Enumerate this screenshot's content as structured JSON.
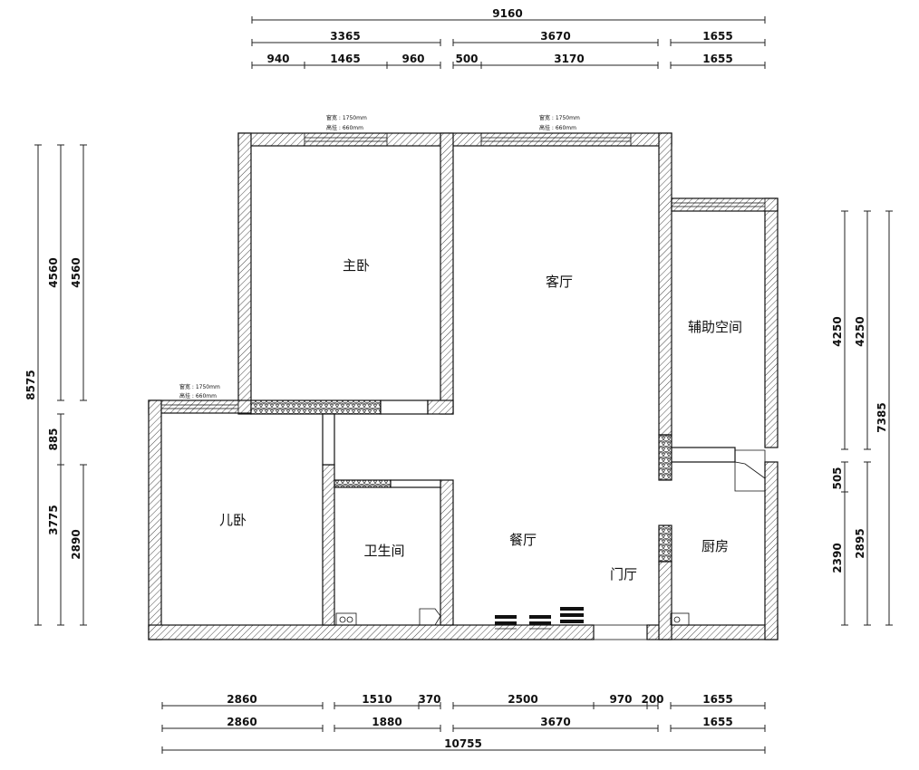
{
  "top_dims": {
    "overall": "9160",
    "row2": [
      "3365",
      "3670",
      "1655"
    ],
    "row3": [
      "940",
      "1465",
      "960",
      "500",
      "3170",
      "1655"
    ]
  },
  "bottom_dims": {
    "row1": [
      "2860",
      "1510",
      "370",
      "2500",
      "970",
      "200",
      "1655"
    ],
    "row2": [
      "2860",
      "1880",
      "3670",
      "1655"
    ],
    "overall": "10755"
  },
  "left_dims": {
    "overall": "8575",
    "col2": [
      "4560",
      "885",
      "3775"
    ],
    "col3": [
      "4560",
      "2890"
    ]
  },
  "right_dims": {
    "col1": [
      "4250",
      "505",
      "2390"
    ],
    "col2": [
      "4250",
      "2895"
    ],
    "overall": "7385"
  },
  "rooms": {
    "master_bedroom": "主卧",
    "living_room": "客厅",
    "auxiliary_space": "辅助空间",
    "kids_bedroom": "儿卧",
    "bathroom": "卫生间",
    "dining_room": "餐厅",
    "foyer": "门厅",
    "kitchen": "厨房"
  },
  "windows": [
    {
      "width": "窗宽 : 1750mm",
      "sill": "高挂 : 660mm"
    },
    {
      "width": "窗宽 : 1750mm",
      "sill": "高挂 : 660mm"
    },
    {
      "width": "窗宽 : 1750mm",
      "sill": "高挂 : 660mm"
    }
  ]
}
